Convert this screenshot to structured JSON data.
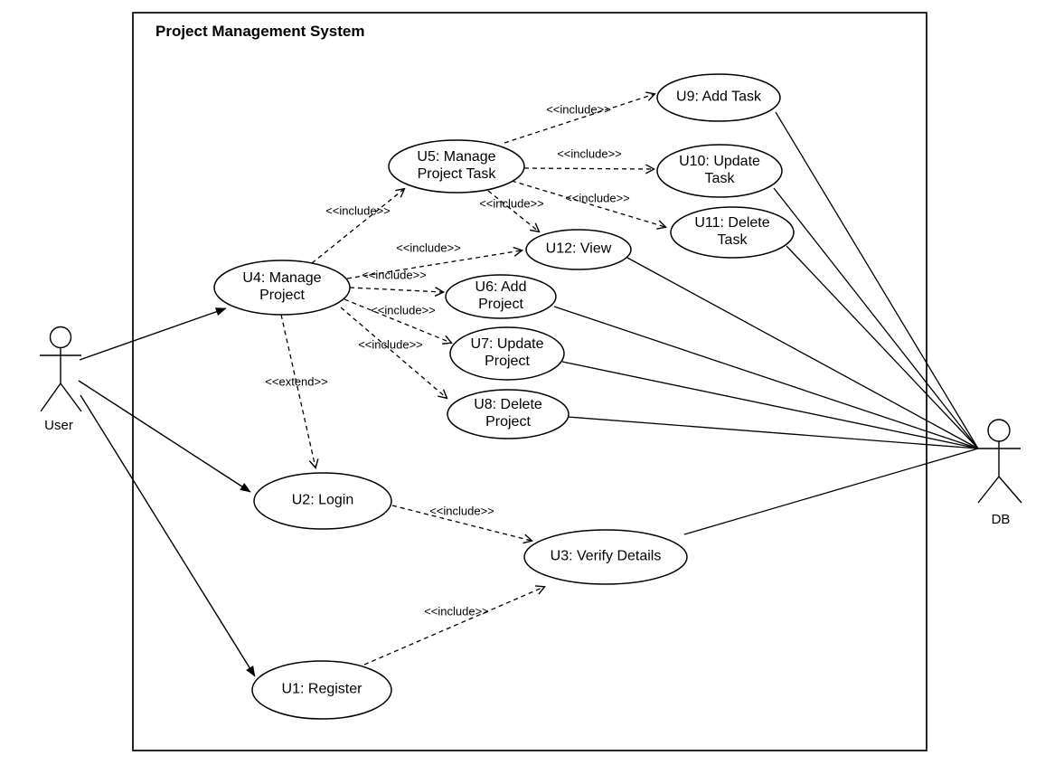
{
  "diagram": {
    "title": "Project Management System",
    "actors": {
      "user": "User",
      "db": "DB"
    },
    "use_cases": [
      {
        "id": "U1",
        "label": "U1: Register"
      },
      {
        "id": "U2",
        "label": "U2: Login"
      },
      {
        "id": "U3",
        "label": "U3: Verify Details"
      },
      {
        "id": "U4",
        "label": "U4: Manage\nProject"
      },
      {
        "id": "U5",
        "label": "U5: Manage\nProject Task"
      },
      {
        "id": "U6",
        "label": "U6: Add\nProject"
      },
      {
        "id": "U7",
        "label": "U7: Update\nProject"
      },
      {
        "id": "U8",
        "label": "U8: Delete\nProject"
      },
      {
        "id": "U9",
        "label": "U9: Add Task"
      },
      {
        "id": "U10",
        "label": "U10: Update\nTask"
      },
      {
        "id": "U11",
        "label": "U11: Delete\nTask"
      },
      {
        "id": "U12",
        "label": "U12: View"
      }
    ],
    "connectors": [
      {
        "from": "U4",
        "to": "U5",
        "type": "include",
        "label": "<<include>>"
      },
      {
        "from": "U4",
        "to": "U12",
        "type": "include",
        "label": "<<include>>"
      },
      {
        "from": "U4",
        "to": "U6",
        "type": "include",
        "label": "<<include>>"
      },
      {
        "from": "U4",
        "to": "U7",
        "type": "include",
        "label": "<<include>>"
      },
      {
        "from": "U4",
        "to": "U8",
        "type": "include",
        "label": "<<include>>"
      },
      {
        "from": "U4",
        "to": "U2",
        "type": "extend",
        "label": "<<extend>>"
      },
      {
        "from": "U5",
        "to": "U9",
        "type": "include",
        "label": "<<include>>"
      },
      {
        "from": "U5",
        "to": "U10",
        "type": "include",
        "label": "<<include>>"
      },
      {
        "from": "U5",
        "to": "U11",
        "type": "include",
        "label": "<<include>>"
      },
      {
        "from": "U5",
        "to": "U12",
        "type": "include",
        "label": "<<include>>"
      },
      {
        "from": "U2",
        "to": "U3",
        "type": "include",
        "label": "<<include>>"
      },
      {
        "from": "U1",
        "to": "U3",
        "type": "include",
        "label": "<<include>>"
      }
    ],
    "associations": [
      {
        "from": "User",
        "to": "U4"
      },
      {
        "from": "User",
        "to": "U2"
      },
      {
        "from": "User",
        "to": "U1"
      },
      {
        "from": "U9",
        "to": "DB"
      },
      {
        "from": "U10",
        "to": "DB"
      },
      {
        "from": "U11",
        "to": "DB"
      },
      {
        "from": "U12",
        "to": "DB"
      },
      {
        "from": "U6",
        "to": "DB"
      },
      {
        "from": "U7",
        "to": "DB"
      },
      {
        "from": "U8",
        "to": "DB"
      },
      {
        "from": "U3",
        "to": "DB"
      }
    ],
    "colors": {
      "stroke": "#000000",
      "background": "#ffffff"
    }
  }
}
